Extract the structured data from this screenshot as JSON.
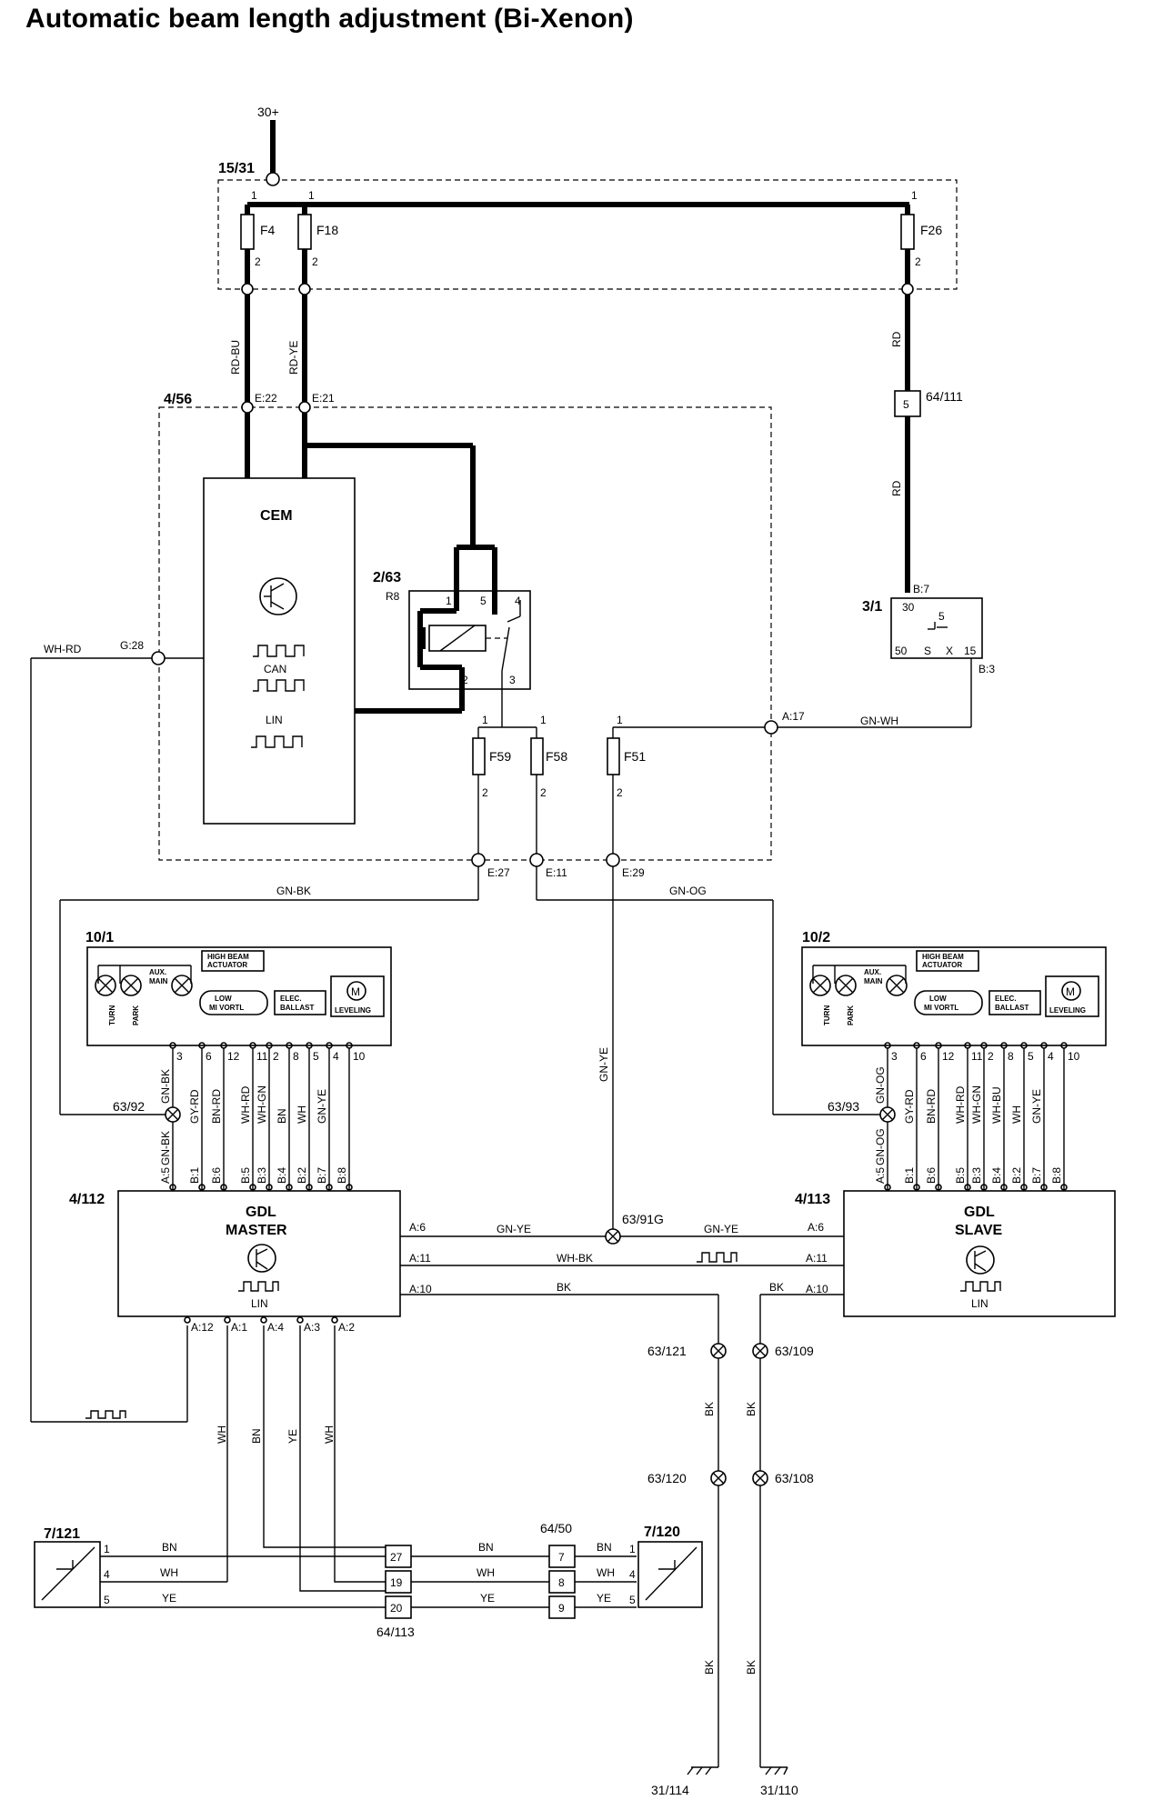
{
  "title": "Automatic beam length adjustment (Bi-Xenon)",
  "supply": {
    "terminal": "30+",
    "fusebox": "15/31"
  },
  "fuses_top": [
    {
      "name": "F4",
      "pin_in": "1",
      "pin_out": "2"
    },
    {
      "name": "F18",
      "pin_in": "1",
      "pin_out": "2"
    },
    {
      "name": "F26",
      "pin_in": "1",
      "pin_out": "2"
    }
  ],
  "wires_top": {
    "f4": "RD-BU",
    "f18": "RD-YE",
    "f26_a": "RD",
    "f26_b": "RD"
  },
  "connector_64_111": {
    "pin": "5",
    "name": "64/111"
  },
  "cem": {
    "box_id": "4/56",
    "label": "CEM",
    "can": "CAN",
    "lin": "LIN",
    "pins": {
      "e22": "E:22",
      "e21": "E:21",
      "g28": "G:28",
      "a17": "A:17",
      "e27": "E:27",
      "e11": "E:11",
      "e29": "E:29"
    }
  },
  "relay": {
    "id": "2/63",
    "name": "R8",
    "pins": [
      "1",
      "5",
      "4",
      "2",
      "3"
    ]
  },
  "ignition": {
    "id": "3/1",
    "pin_b7": "B:7",
    "pin_b3": "B:3",
    "p30": "30",
    "p5": "5",
    "p50": "50",
    "ps": "S",
    "px": "X",
    "p15": "15"
  },
  "fuses_cem": [
    {
      "name": "F59",
      "pin_in": "1",
      "pin_out": "2"
    },
    {
      "name": "F58",
      "pin_in": "1",
      "pin_out": "2"
    },
    {
      "name": "F51",
      "pin_in": "1",
      "pin_out": "2"
    }
  ],
  "wires_mid": {
    "wh_rd": "WH-RD",
    "gn_wh": "GN-WH",
    "gn_bk": "GN-BK",
    "gn_og": "GN-OG",
    "gn_ye": "GN-YE"
  },
  "headlamp_left": {
    "id": "10/1"
  },
  "headlamp_right": {
    "id": "10/2"
  },
  "headlamp_labels": {
    "high_beam_1": "HIGH BEAM",
    "high_beam_2": "ACTUATOR",
    "aux": "AUX.",
    "main": "MAIN",
    "turn": "TURN",
    "park": "PARK",
    "low_1": "LOW",
    "low_2": "MI VORTL",
    "ballast_1": "ELEC.",
    "ballast_2": "BALLAST",
    "leveling": "LEVELING",
    "motor": "M"
  },
  "hl_pins": [
    "3",
    "6",
    "12",
    "11",
    "2",
    "8",
    "5",
    "4",
    "10"
  ],
  "hl_wires_left": [
    "GN-BK",
    "GY-RD",
    "BN-RD",
    "WH-RD",
    "WH-GN",
    "BN",
    "WH",
    "GN-YE"
  ],
  "hl_wires_right": [
    "GN-OG",
    "GY-RD",
    "BN-RD",
    "WH-RD",
    "WH-GN",
    "WH-BU",
    "WH",
    "GN-YE"
  ],
  "splices": {
    "s63_92": "63/92",
    "s63_93": "63/93",
    "s63_91g": "63/91G",
    "s63_121": "63/121",
    "s63_109": "63/109",
    "s63_120": "63/120",
    "s63_108": "63/108"
  },
  "gdl_master": {
    "id": "4/112",
    "l1": "GDL",
    "l2": "MASTER",
    "lin": "LIN",
    "top_pins": [
      "A:5",
      "B:1",
      "B:6",
      "B:5",
      "B:3",
      "B:4",
      "B:2",
      "B:7",
      "B:8"
    ],
    "bot_pins": [
      "A:12",
      "A:1",
      "A:4",
      "A:3",
      "A:2"
    ],
    "a6": "A:6",
    "a11": "A:11",
    "a10": "A:10",
    "gnbk_below": "GN-BK"
  },
  "gdl_slave": {
    "id": "4/113",
    "l1": "GDL",
    "l2": "SLAVE",
    "lin": "LIN",
    "top_pins": [
      "A:5",
      "B:1",
      "B:6",
      "B:5",
      "B:3",
      "B:4",
      "B:2",
      "B:7",
      "B:8"
    ],
    "a6": "A:6",
    "a11": "A:11",
    "a10": "A:10",
    "gnog_below": "GN-OG"
  },
  "bus_wires": {
    "gn_ye_l": "GN-YE",
    "gn_ye_r": "GN-YE",
    "wh_bk": "WH-BK",
    "bk_l": "BK",
    "bk_r": "BK"
  },
  "lower_wires": {
    "wh1": "WH",
    "bn": "BN",
    "ye": "YE",
    "wh2": "WH",
    "bk1": "BK",
    "bk2": "BK",
    "bk3": "BK",
    "bk4": "BK"
  },
  "sensor_left": {
    "id": "7/121",
    "pins": [
      "1",
      "4",
      "5"
    ],
    "wires": [
      "BN",
      "WH",
      "YE"
    ]
  },
  "sensor_right": {
    "id": "7/120",
    "pins": [
      "1",
      "4",
      "5"
    ],
    "wires": [
      "BN",
      "WH",
      "YE"
    ]
  },
  "conn_64_113": {
    "id": "64/113",
    "pins": [
      "27",
      "19",
      "20"
    ]
  },
  "conn_64_50": {
    "id": "64/50",
    "pins": [
      "7",
      "8",
      "9"
    ]
  },
  "mid_wires_lower": [
    "BN",
    "WH",
    "YE"
  ],
  "grounds": {
    "g1": "31/114",
    "g2": "31/110"
  }
}
